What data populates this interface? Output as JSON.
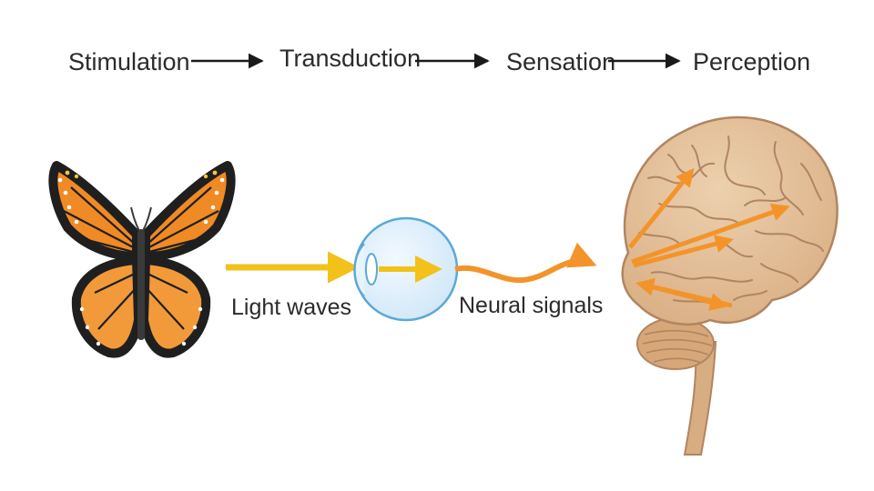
{
  "process": {
    "steps": [
      {
        "label": "Stimulation"
      },
      {
        "label": "Transduction"
      },
      {
        "label": "Sensation"
      },
      {
        "label": "Perception"
      }
    ]
  },
  "labels": {
    "light_waves": "Light waves",
    "neural_signals": "Neural signals"
  },
  "colors": {
    "text": "#2b2b2b",
    "arrow_black": "#1a1a1a",
    "light_wave_yellow": "#f2c21b",
    "neural_orange": "#f3942a",
    "eye_blue": "#5aa9d6",
    "eye_fill": "#dceefa",
    "brain_fill": "#e3bd95",
    "brain_line": "#b08560",
    "butterfly_orange": "#f08a25",
    "butterfly_black": "#1f1f1f"
  },
  "icons": {
    "butterfly": "butterfly-icon",
    "eye": "eye-icon",
    "brain": "brain-icon"
  }
}
